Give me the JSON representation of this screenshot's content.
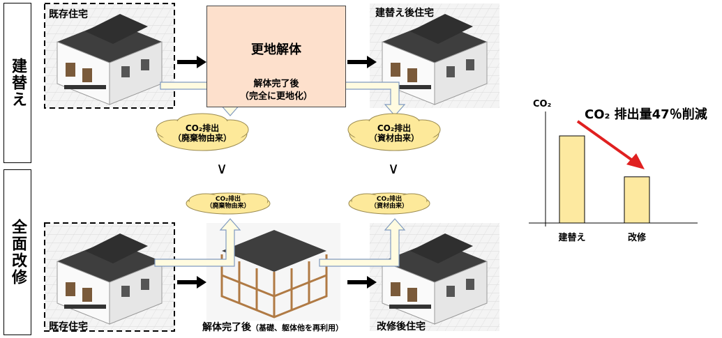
{
  "side": {
    "rebuild": "建替え",
    "renovation": "全面改修"
  },
  "top_row": {
    "existing_label": "既存住宅",
    "demolition_title": "更地解体",
    "demolition_note_line1": "解体完了後",
    "demolition_note_line2": "（完全に更地化）",
    "after_label": "建替え後住宅"
  },
  "bottom_row": {
    "existing_label": "既存住宅",
    "partial_label_main": "解体完了後",
    "partial_label_note": "（基礎、躯体他を再利用）",
    "after_label": "改修後住宅"
  },
  "clouds": {
    "top_waste_line1": "CO₂排出",
    "top_waste_line2": "（廃棄物由来）",
    "top_material_line1": "CO₂排出",
    "top_material_line2": "（資材由来）",
    "bottom_waste_line1": "CO₂排出",
    "bottom_waste_line2": "（廃棄物由来）",
    "bottom_material_line1": "CO₂排出",
    "bottom_material_line2": "（資材由来）"
  },
  "comparison_symbol": "∨",
  "colors": {
    "cloud_fill": "#fde99a",
    "demolition_fill": "#fde0cc",
    "bar_fill": "#fde9a0",
    "reduction_arrow": "#e02020",
    "flow_arrow_fill": "#fffbe0",
    "flow_arrow_stroke": "#7f9abf"
  },
  "chart_data": {
    "type": "bar",
    "ylabel": "CO₂",
    "categories": [
      "建替え",
      "改修"
    ],
    "values": [
      100,
      53
    ],
    "ylim": [
      0,
      120
    ],
    "annotation": "CO₂ 排出量47％削減",
    "grid": false
  }
}
